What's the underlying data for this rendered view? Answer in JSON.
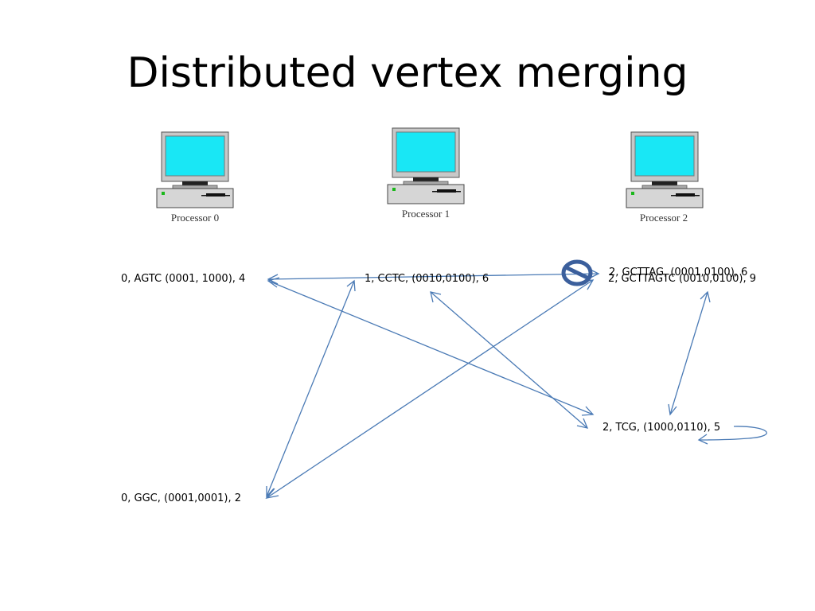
{
  "slide": {
    "title": "Distributed vertex merging"
  },
  "processors": [
    {
      "label": "Processor 0"
    },
    {
      "label": "Processor 1"
    },
    {
      "label": "Processor 2"
    }
  ],
  "vertices": {
    "agtc": "0, AGTC  (0001, 1000), 4",
    "cctc": "1, CCTC,  (0010,0100), 6",
    "gcttag": "2, GCTTAG, (0001,0100), 6",
    "gcttagtc": "2, GCTTAGTC  (0010,0100), 9",
    "tcg": "2, TCG,  (1000,0110), 5",
    "ggc": "0, GGC,  (0001,0001), 2"
  },
  "colors": {
    "edge": "#4a7ab5",
    "cancel": "#3b5f9c",
    "screen": "#19e7f5"
  }
}
